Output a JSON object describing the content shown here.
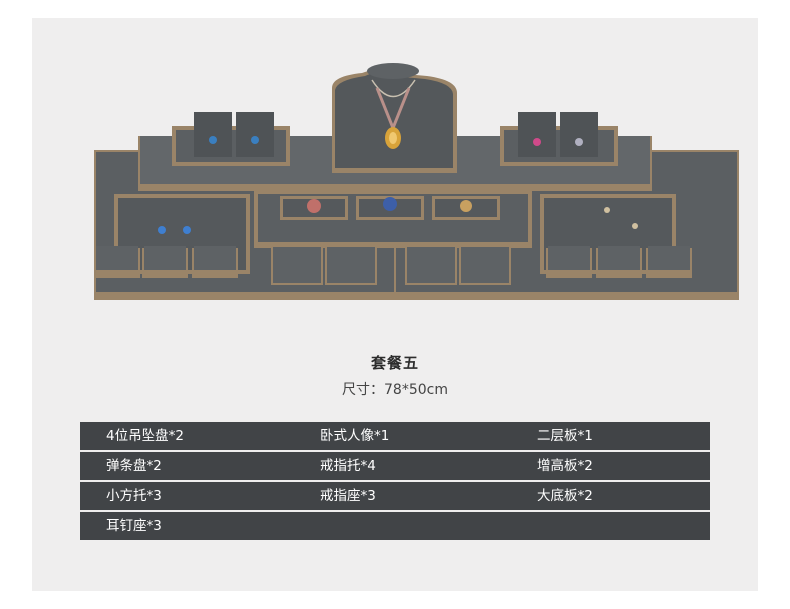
{
  "product": {
    "title": "套餐五",
    "size_label": "尺寸：78*50cm"
  },
  "contents": [
    [
      "4位吊坠盘*2",
      "卧式人像*1",
      "二层板*1"
    ],
    [
      "弹条盘*2",
      "戒指托*4",
      "增高板*2"
    ],
    [
      "小方托*3",
      "戒指座*3",
      "大底板*2"
    ],
    [
      "耳钉座*3",
      "",
      ""
    ]
  ],
  "colors": {
    "panel_bg": "#efeeee",
    "tray_gray": "#5c6063",
    "tray_trim": "#9a8468",
    "table_row": "#414447"
  }
}
